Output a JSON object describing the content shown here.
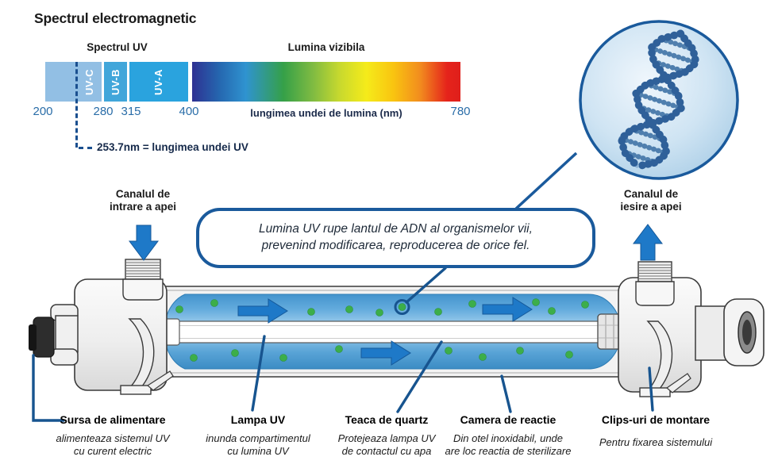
{
  "header": {
    "title": "Spectrul electromagnetic"
  },
  "spectrum": {
    "uv_section_label": "Spectrul UV",
    "visible_section_label": "Lumina vizibila",
    "bands": [
      {
        "label": "UV-C"
      },
      {
        "label": "UV-B"
      },
      {
        "label": "UV-A"
      }
    ],
    "ticks": [
      "200",
      "280",
      "315",
      "400",
      "780"
    ],
    "axis_label": "lungimea undei de lumina (nm)",
    "uv_wavelength_note": "253.7nm = lungimea undei UV"
  },
  "callout": {
    "line1": "Lumina UV rupe lantul de ADN al organismelor vii,",
    "line2": "prevenind modificarea, reproducerea de orice fel."
  },
  "water_inlet": {
    "line1": "Canalul de",
    "line2": "intrare a apei"
  },
  "water_outlet": {
    "line1": "Canalul de",
    "line2": "iesire a apei"
  },
  "parts": [
    {
      "name": "Sursa de alimentare",
      "desc1": "alimenteaza sistemul UV",
      "desc2": "cu curent electric"
    },
    {
      "name": "Lampa UV",
      "desc1": "inunda compartimentul",
      "desc2": "cu lumina UV"
    },
    {
      "name": "Teaca de quartz",
      "desc1": "Protejeaza lampa UV",
      "desc2": "de contactul cu apa"
    },
    {
      "name": "Camera de reactie",
      "desc1": "Din otel inoxidabil, unde",
      "desc2": "are loc reactia de sterilizare"
    },
    {
      "name": "Clips-uri de montare",
      "desc1": "Pentru fixarea sistemului",
      "desc2": ""
    }
  ],
  "colors": {
    "accent_navy": "#1a5a9c",
    "tick_blue": "#2a6da8",
    "uv_band_light": "#92bfe4",
    "uv_band_b": "#41a6da",
    "uv_band_a": "#2aa3de",
    "water_blue": "#5aa7db",
    "arrow_blue": "#1e79c8",
    "organism_green": "#3cae4a"
  }
}
